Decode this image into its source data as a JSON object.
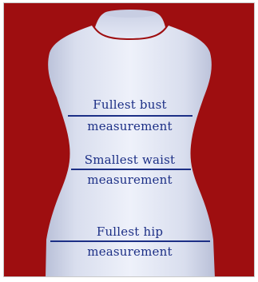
{
  "colors": {
    "background": "#9e0e10",
    "body": "#dfe4f2",
    "line": "#1c2f86",
    "text": "#1c2f86"
  },
  "measurements": {
    "bust": {
      "line1": "Fullest bust",
      "line2": "measurement"
    },
    "waist": {
      "line1": "Smallest waist",
      "line2": "measurement"
    },
    "hip": {
      "line1": "Fullest hip",
      "line2": "measurement"
    }
  }
}
